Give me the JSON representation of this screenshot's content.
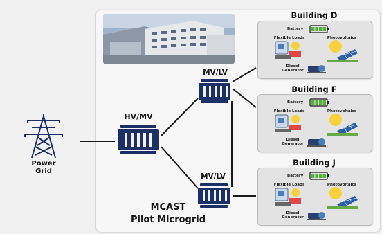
{
  "power_grid": {
    "label_line1": "Power",
    "label_line2": "Grid"
  },
  "transformers": {
    "hv_mv": "HV/MV",
    "mv_lv_top": "MV/LV",
    "mv_lv_bottom": "MV/LV"
  },
  "microgrid": {
    "line1": "MCAST",
    "line2": "Pilot Microgrid"
  },
  "buildings": [
    {
      "title": "Building D",
      "battery": "Battery",
      "flexible_loads": "Flexible Loads",
      "photovoltaics": "Photovoltaics",
      "diesel_line1": "Diesel",
      "diesel_line2": "Generator"
    },
    {
      "title": "Building F",
      "battery": "Battery",
      "flexible_loads": "Flexible Loads",
      "photovoltaics": "Photovoltaics",
      "diesel_line1": "Diesel",
      "diesel_line2": "Generator"
    },
    {
      "title": "Building J",
      "battery": "Battery",
      "flexible_loads": "Flexible Loads",
      "photovoltaics": "Photovoltaics",
      "diesel_line1": "Diesel",
      "diesel_line2": "Generator"
    }
  ],
  "colors": {
    "transformer": "#1c2f66",
    "battery": "#55b13a",
    "line": "#1a1a1a",
    "panel": "#f7f7f7",
    "building_box": "#e3e3e3"
  }
}
